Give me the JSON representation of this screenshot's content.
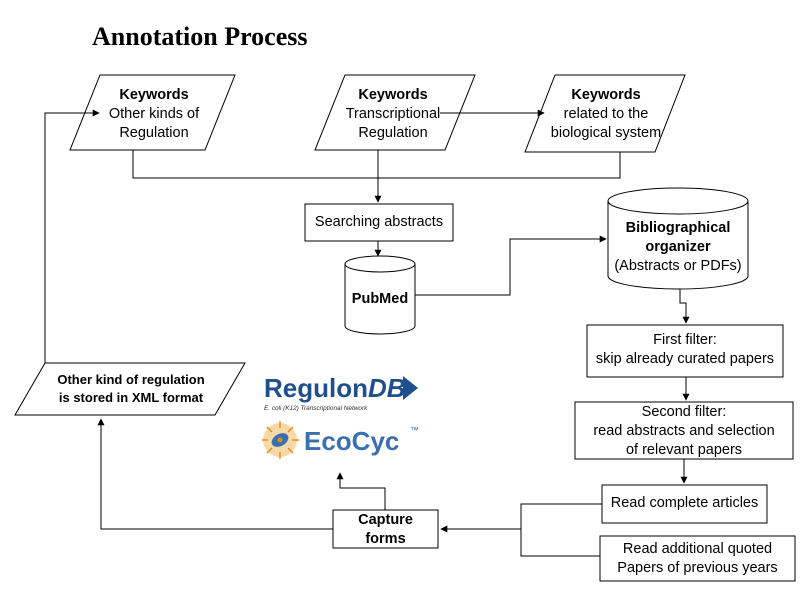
{
  "title": "Annotation Process",
  "nodes": {
    "kw_other": {
      "line1": "Keywords",
      "line2": "Other kinds of",
      "line3": "Regulation"
    },
    "kw_trans": {
      "line1": "Keywords",
      "line2": "Transcriptional",
      "line3": "Regulation"
    },
    "kw_bio": {
      "line1": "Keywords",
      "line2": "related to the",
      "line3": "biological system"
    },
    "search": {
      "line1": "Searching abstracts"
    },
    "pubmed": {
      "line1": "PubMed"
    },
    "biblio": {
      "line1": "Bibliographical",
      "line2": "organizer",
      "line3": "(Abstracts or PDFs)"
    },
    "filter1": {
      "line1": "First filter:",
      "line2": "skip already curated papers"
    },
    "filter2": {
      "line1": "Second filter:",
      "line2": "read abstracts and  selection",
      "line3": "of relevant papers"
    },
    "read_complete": {
      "line1": "Read complete articles"
    },
    "read_additional": {
      "line1": "Read additional quoted",
      "line2": "Papers of previous years"
    },
    "capture": {
      "line1": "Capture",
      "line2": "forms"
    },
    "xml": {
      "line1": "Other kind of regulation",
      "line2": "is stored in XML format"
    }
  },
  "logos": {
    "regulondb": {
      "name_a": "Regulon",
      "name_b": "DB",
      "tagline": "E. coli (K12) Transcriptional Network"
    },
    "ecocyc": {
      "name": "EcoCyc",
      "tm": "™"
    }
  },
  "colors": {
    "stroke": "#000000",
    "regulon_blue": "#1f4f8f",
    "ecocyc_blue": "#3a6fb0",
    "ecocyc_orange": "#e08a1e"
  }
}
